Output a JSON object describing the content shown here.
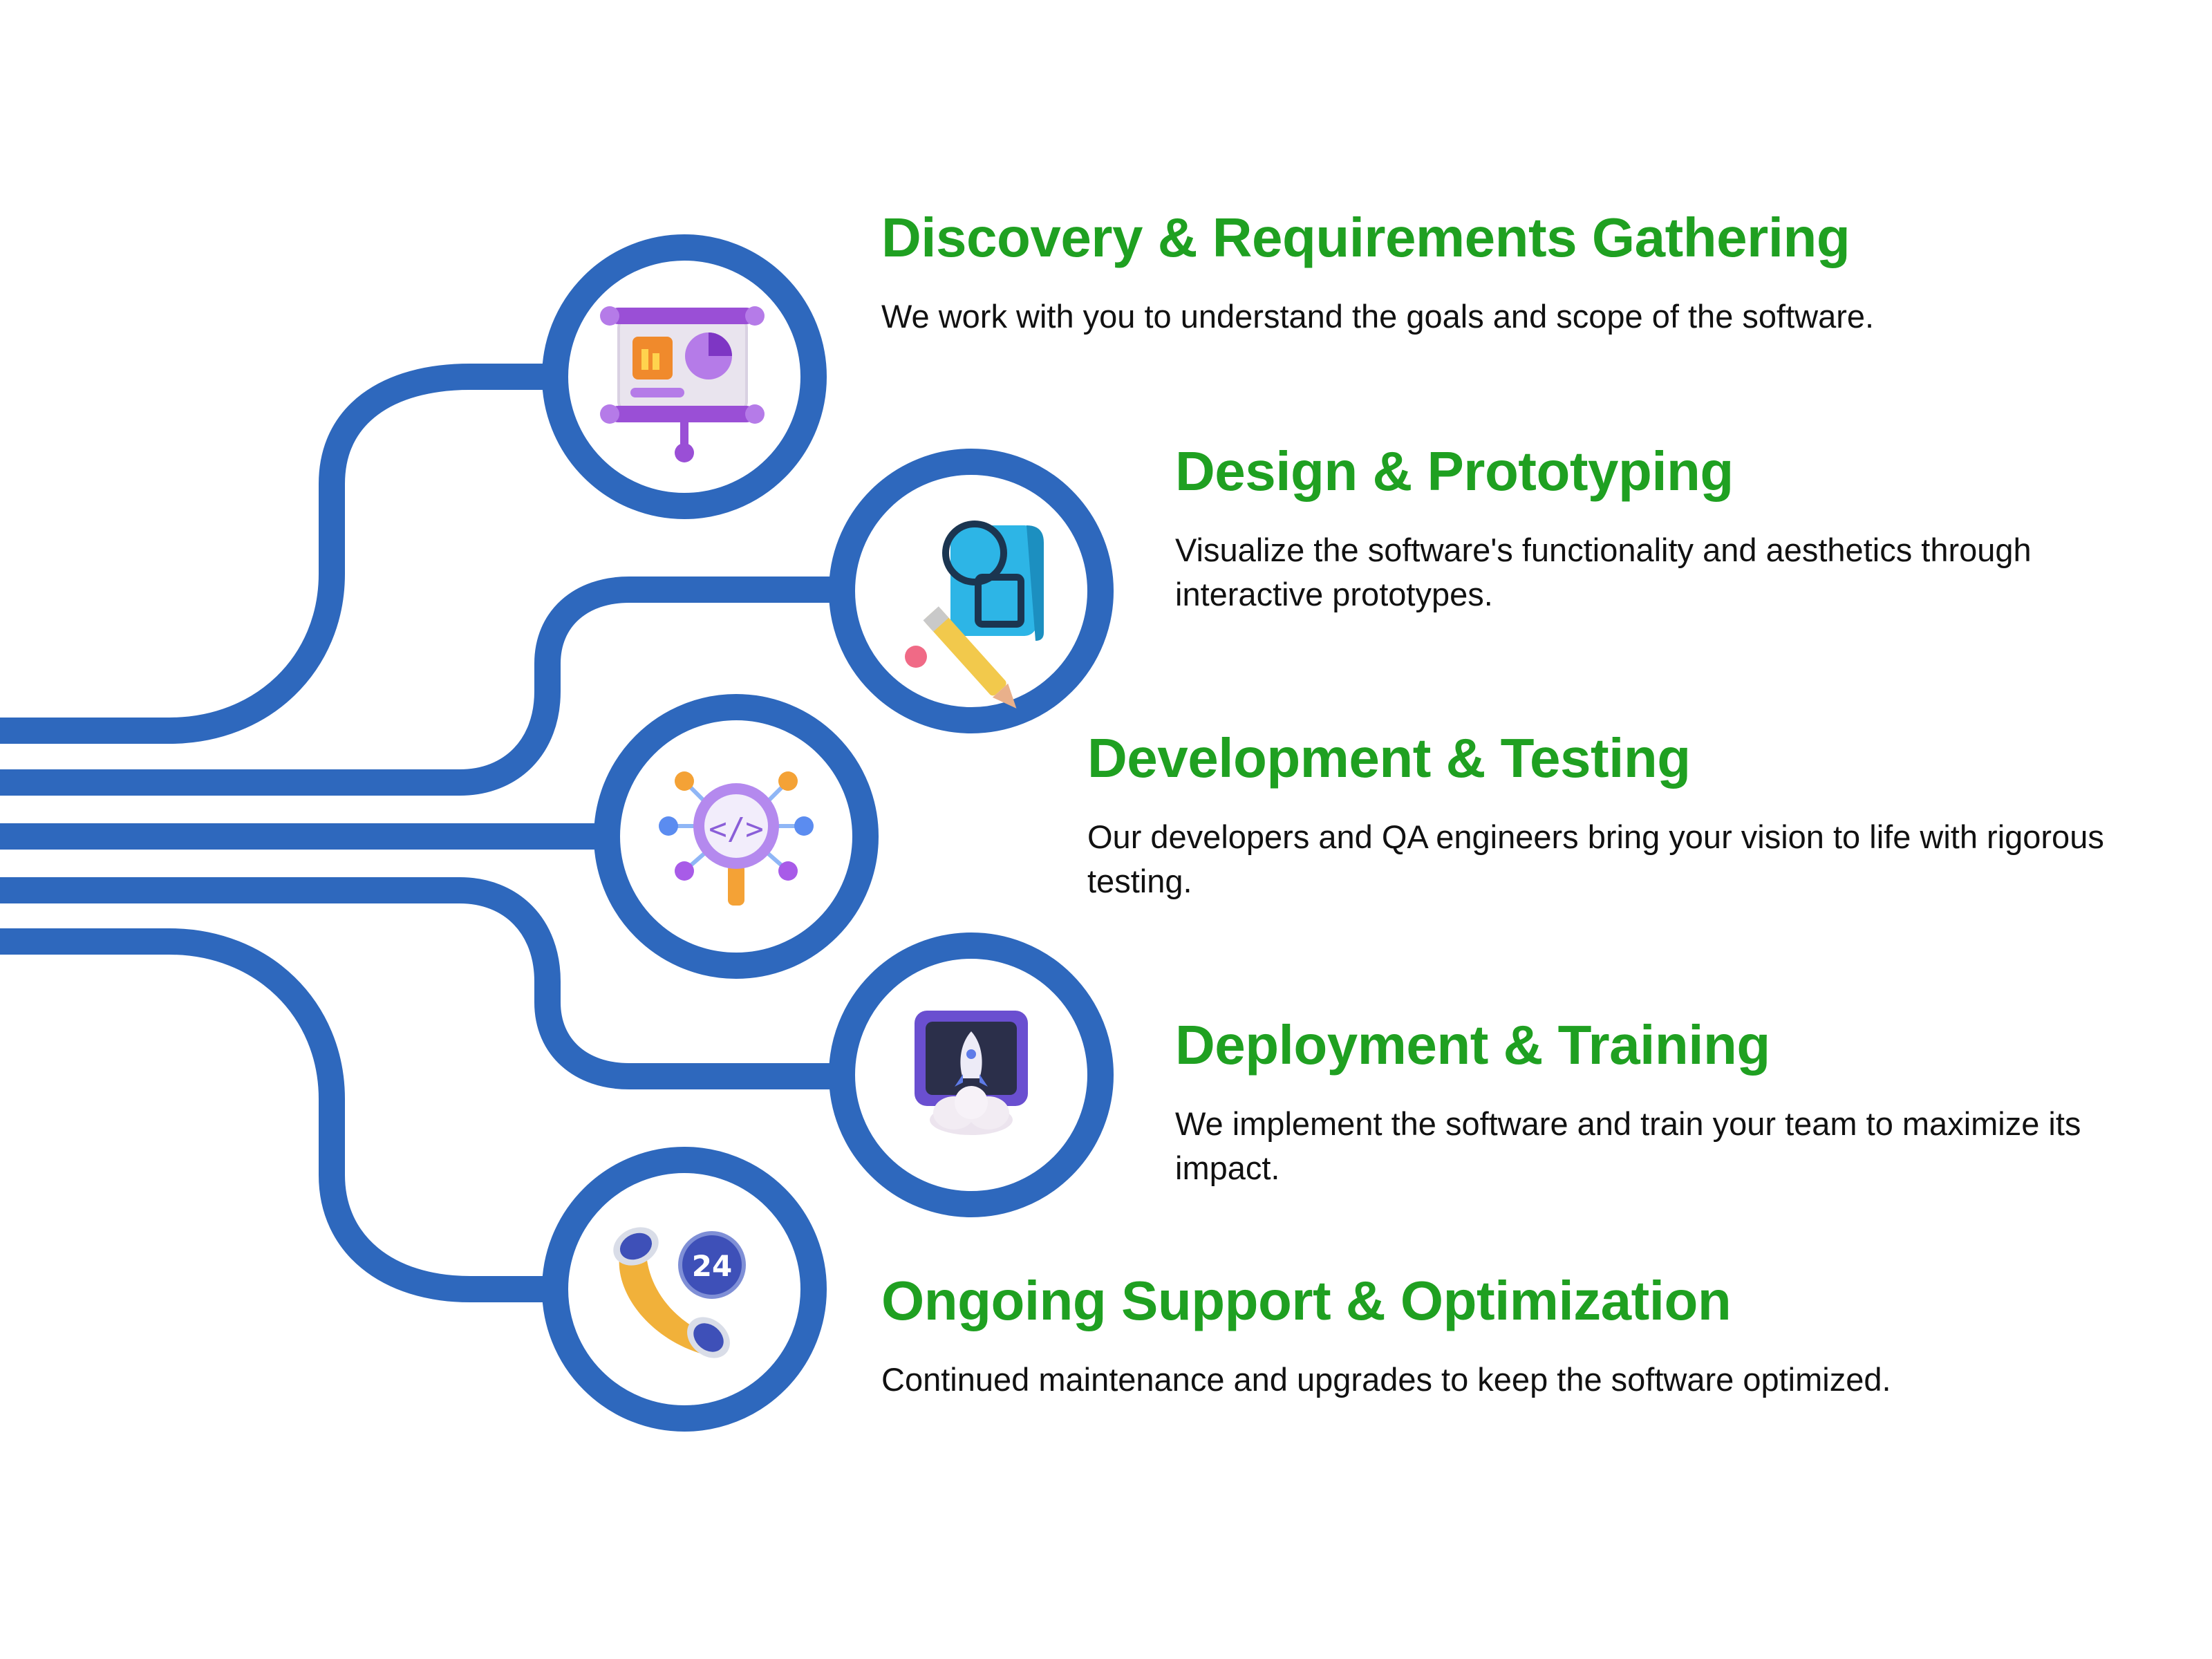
{
  "colors": {
    "connector": "#2E68BD",
    "title": "#1FA021",
    "description": "#111111",
    "background": "#FFFFFF"
  },
  "steps": [
    {
      "title": "Discovery & Requirements Gathering",
      "description": "We work with you to understand the goals and scope of the software.",
      "icon": "presentation-board-icon"
    },
    {
      "title": "Design & Prototyping",
      "description": "Visualize the software's functionality and aesthetics through interactive prototypes.",
      "icon": "pencil-shapes-icon"
    },
    {
      "title": "Development & Testing",
      "description": "Our developers and QA engineers bring your vision to life with rigorous testing.",
      "icon": "code-magnifier-icon"
    },
    {
      "title": "Deployment & Training",
      "description": "We implement the software and train your team to maximize its impact.",
      "icon": "rocket-monitor-icon"
    },
    {
      "title": "Ongoing Support & Optimization",
      "description": "Continued maintenance and upgrades to keep the software optimized.",
      "icon": "phone-24-icon"
    }
  ],
  "icon_badge_text": "24"
}
